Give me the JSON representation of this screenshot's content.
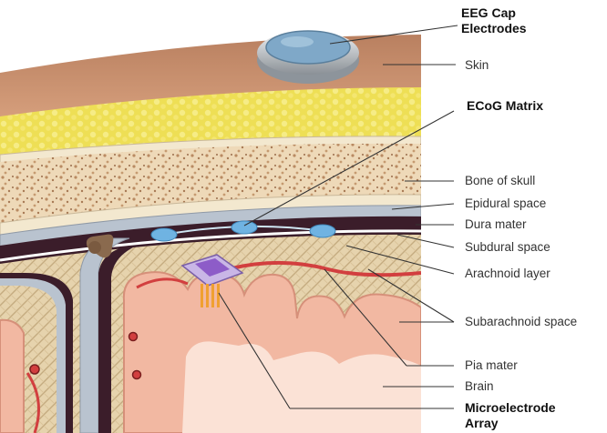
{
  "labels": {
    "eeg": "EEG Cap\nElectrodes",
    "skin": "Skin",
    "ecog": "ECoG Matrix",
    "bone": "Bone of skull",
    "epidural": "Epidural space",
    "dura": "Dura mater",
    "subdural": "Subdural space",
    "arachnoid": "Arachnoid layer",
    "subarachnoid": "Subarachnoid space",
    "pia": "Pia mater",
    "brain": "Brain",
    "micro": "Microelectrode\nArray"
  },
  "colors": {
    "skin": "#c8906a",
    "fat": "#ecdc4c",
    "bone": "#eed9b8",
    "dura": "#b9c3cf",
    "dark_space": "#3b1d2a",
    "brain": "#f2b8a2",
    "vessel": "#d23f3f",
    "electrode": "#6fb3e2"
  }
}
